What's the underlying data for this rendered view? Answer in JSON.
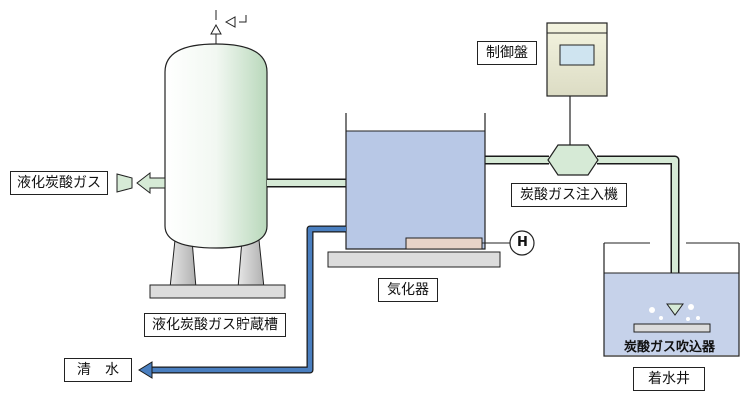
{
  "labels": {
    "liquid_co2": "液化炭酸ガス",
    "storage_tank": "液化炭酸ガス貯蔵槽",
    "clean_water": "清　水",
    "vaporizer": "気化器",
    "control_panel": "制御盤",
    "injector": "炭酸ガス注入機",
    "diffuser": "炭酸ガス吹込器",
    "well": "着水井",
    "heater_symbol": "H"
  },
  "colors": {
    "gas_pipe": "#d6ead6",
    "gas_pipe_stroke": "#1a1a1a",
    "water_pipe": "#4a7fc0",
    "tank_body": "#e6f1e6",
    "vaporizer_water": "#b8c8e6",
    "well_water": "#c6d2ea",
    "heater_pad": "#e8d4c8",
    "base_plate": "#dcdcdc",
    "panel_window": "#cfe4f0"
  }
}
